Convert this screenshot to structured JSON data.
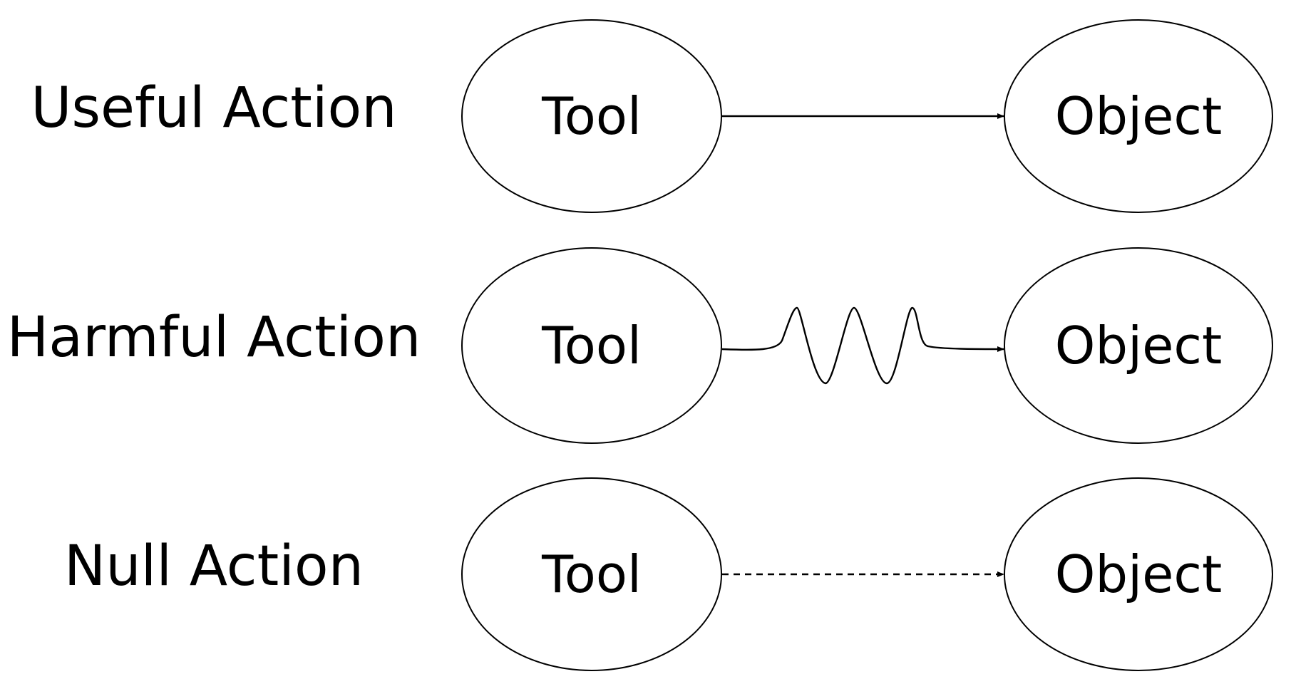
{
  "rows": [
    {
      "label": "Useful Action",
      "source": "Tool",
      "target": "Object",
      "connector_style": "solid"
    },
    {
      "label": "Harmful Action",
      "source": "Tool",
      "target": "Object",
      "connector_style": "wavy"
    },
    {
      "label": "Null Action",
      "source": "Tool",
      "target": "Object",
      "connector_style": "dashed"
    }
  ],
  "colors": {
    "stroke": "#000000",
    "background": "#ffffff"
  }
}
